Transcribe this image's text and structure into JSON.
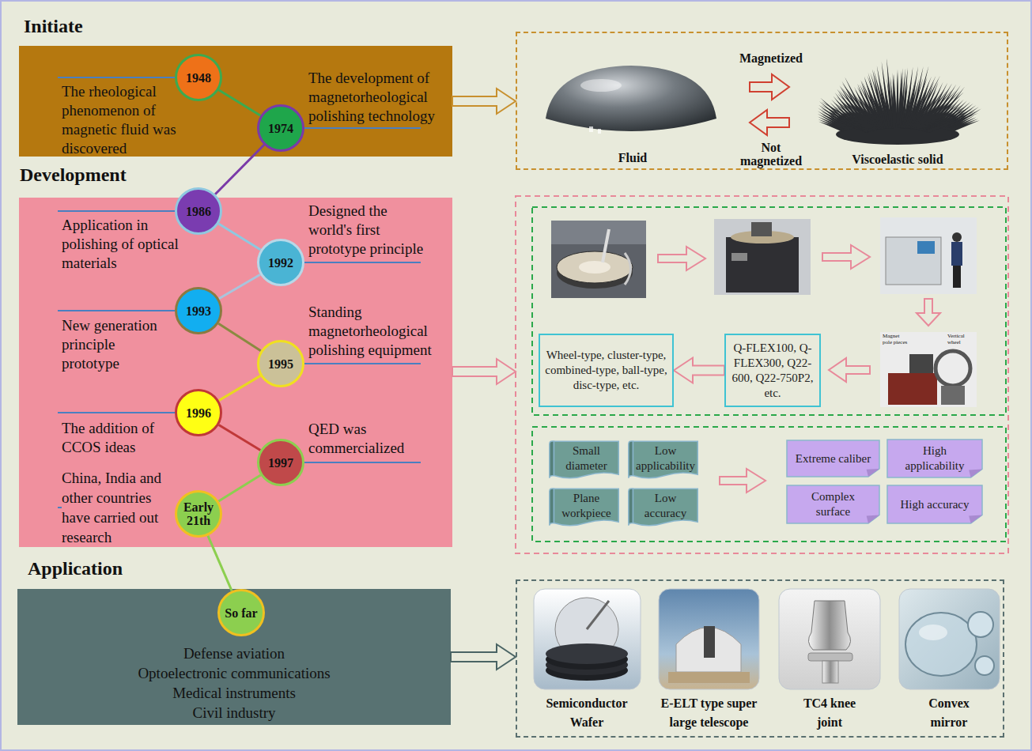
{
  "diagram": {
    "nodes": [
      {
        "text": [
          "Initiate",
          "The rheological phenomenon of magnetic fluid was discovered",
          "The development of magnetorheological polishing technology"
        ]
      },
      {
        "text": [
          "1948"
        ],
        "in": 0
      },
      {
        "text": [
          "1974"
        ],
        "in": 0
      },
      {
        "text": [
          "Magnetized",
          "Not magnetized",
          "Fluid",
          "Viscoelastic solid"
        ]
      },
      {
        "text": [
          "Development",
          "Application in polishing of optical materials",
          "Designed the world's first prototype principle",
          "New generation principle prototype",
          "Standing magnetorheological polishing equipment",
          "The addition of CCOS ideas",
          "QED was commercialized",
          "China, India and other countries have carried out research"
        ]
      },
      {
        "text": [
          "1986"
        ],
        "in": 4
      },
      {
        "text": [
          "1992"
        ],
        "in": 4
      },
      {
        "text": [
          "1993"
        ],
        "in": 4
      },
      {
        "text": [
          "1995"
        ],
        "in": 4
      },
      {
        "text": [
          "1996"
        ],
        "in": 4
      },
      {
        "text": [
          "1997"
        ],
        "in": 4
      },
      {
        "text": [
          "Early 21th"
        ],
        "in": 4
      },
      {
        "text": [
          "Wheel-type, cluster-type, combined-type, ball-type, disc-type, etc."
        ]
      },
      {
        "text": [
          "Q-FLEX100, Q-FLEX300, Q22-600, Q22-750P2, etc."
        ]
      },
      {
        "text": [
          "Small diameter"
        ]
      },
      {
        "text": [
          "Low applicability"
        ]
      },
      {
        "text": [
          "Plane workpiece"
        ]
      },
      {
        "text": [
          "Low accuracy"
        ]
      },
      {
        "text": [
          "Extreme caliber"
        ]
      },
      {
        "text": [
          "High applicability"
        ]
      },
      {
        "text": [
          "Complex surface"
        ]
      },
      {
        "text": [
          "High accuracy"
        ]
      },
      {
        "text": [
          "Application",
          "Defense aviation",
          "Optoelectronic communications",
          "Medical instruments",
          "Civil industry"
        ]
      },
      {
        "text": [
          "So far"
        ],
        "in": 22
      },
      {
        "text": [
          "Semiconductor Wafer",
          "E-ELT type super large telescope",
          "TC4 knee joint",
          "Convex mirror"
        ]
      }
    ],
    "edges": [
      {
        "from": 0,
        "to": 3,
        "arrow": "to"
      },
      {
        "from": 1,
        "to": 2,
        "arrow": "none"
      },
      {
        "from": 2,
        "to": 5,
        "arrow": "none"
      },
      {
        "from": 5,
        "to": 6,
        "arrow": "none"
      },
      {
        "from": 6,
        "to": 7,
        "arrow": "none"
      },
      {
        "from": 7,
        "to": 8,
        "arrow": "none"
      },
      {
        "from": 8,
        "to": 9,
        "arrow": "none"
      },
      {
        "from": 9,
        "to": 10,
        "arrow": "none"
      },
      {
        "from": 10,
        "to": 11,
        "arrow": "none"
      },
      {
        "from": 11,
        "to": 23,
        "arrow": "none"
      },
      {
        "from": 13,
        "to": 12,
        "arrow": "to"
      },
      {
        "from": 22,
        "to": 24,
        "arrow": "to"
      }
    ],
    "labels": [
      "Magnet pole pieces",
      "Vertical wheel"
    ]
  }
}
